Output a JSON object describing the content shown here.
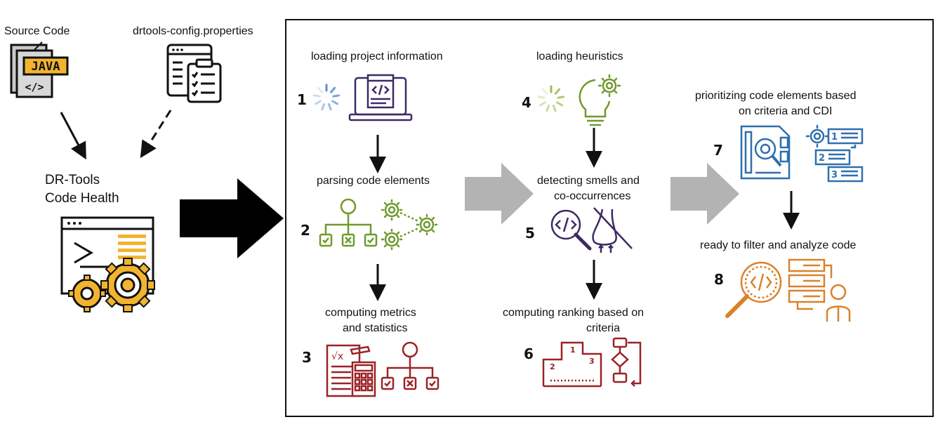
{
  "inputs": {
    "source_code": "Source Code",
    "config_file": "drtools-config.properties",
    "java_badge": "JAVA",
    "java_code_glyph": "</>"
  },
  "tool": {
    "name_line1": "DR-Tools",
    "name_line2": "Code Health"
  },
  "steps": [
    {
      "num": "1",
      "label": "loading project information"
    },
    {
      "num": "2",
      "label": "parsing code elements"
    },
    {
      "num": "3",
      "label_line1": "computing metrics",
      "label_line2": "and statistics"
    },
    {
      "num": "4",
      "label": "loading heuristics"
    },
    {
      "num": "5",
      "label_line1": "detecting smells and",
      "label_line2": "co-occurrences"
    },
    {
      "num": "6",
      "label_line1": "computing ranking based on",
      "label_line2": "criteria"
    },
    {
      "num": "7",
      "label_line1": "prioritizing  code elements based",
      "label_line2": "on criteria and CDI"
    },
    {
      "num": "8",
      "label": "ready to filter and analyze code"
    }
  ],
  "icon_names": [
    "java-file-icon",
    "config-clipboard-icon",
    "terminal-gears-icon",
    "laptop-code-icon",
    "spinner-icon",
    "workflow-tree-icon",
    "gears-flow-icon",
    "calculator-document-icon",
    "hierarchy-tree-icon",
    "lightbulb-gear-icon",
    "code-magnifier-icon",
    "smell-nose-icon",
    "podium-icon",
    "flowchart-icon",
    "analysis-document-icon",
    "ranked-list-icon",
    "code-search-icon",
    "developer-list-icon"
  ],
  "colors": {
    "gold": "#f2b430",
    "grey_arrow": "#b3b3b3",
    "blue_icon": "#2f6fad",
    "green_icon": "#6f9a2c",
    "red_icon": "#9b2226",
    "purple_icon": "#3c2a66",
    "orange_icon": "#d9822b",
    "step1_spinner": "#5b8fd6",
    "step4_spinner": "#9ac04a"
  }
}
